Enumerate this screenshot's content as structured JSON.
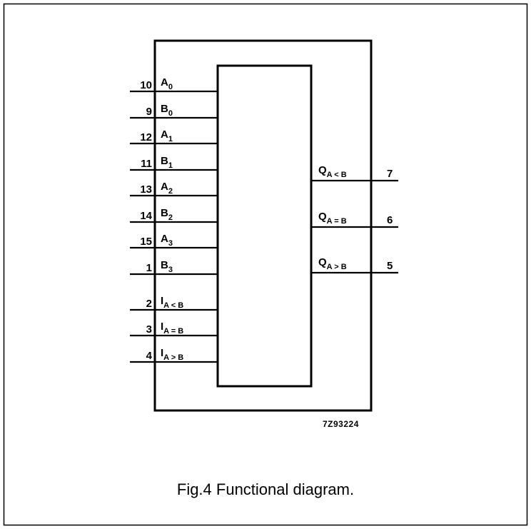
{
  "diagram_id": "7Z93224",
  "caption": "Fig.4  Functional diagram.",
  "inputs": [
    {
      "pin": "10",
      "main": "A",
      "sub": "0"
    },
    {
      "pin": "9",
      "main": "B",
      "sub": "0"
    },
    {
      "pin": "12",
      "main": "A",
      "sub": "1"
    },
    {
      "pin": "11",
      "main": "B",
      "sub": "1"
    },
    {
      "pin": "13",
      "main": "A",
      "sub": "2"
    },
    {
      "pin": "14",
      "main": "B",
      "sub": "2"
    },
    {
      "pin": "15",
      "main": "A",
      "sub": "3"
    },
    {
      "pin": "1",
      "main": "B",
      "sub": "3"
    },
    {
      "pin": "2",
      "main": "I",
      "sub": "A < B"
    },
    {
      "pin": "3",
      "main": "I",
      "sub": "A = B"
    },
    {
      "pin": "4",
      "main": "I",
      "sub": "A > B"
    }
  ],
  "outputs": [
    {
      "pin": "7",
      "main": "Q",
      "sub": "A < B"
    },
    {
      "pin": "6",
      "main": "Q",
      "sub": "A = B"
    },
    {
      "pin": "5",
      "main": "Q",
      "sub": "A > B"
    }
  ]
}
